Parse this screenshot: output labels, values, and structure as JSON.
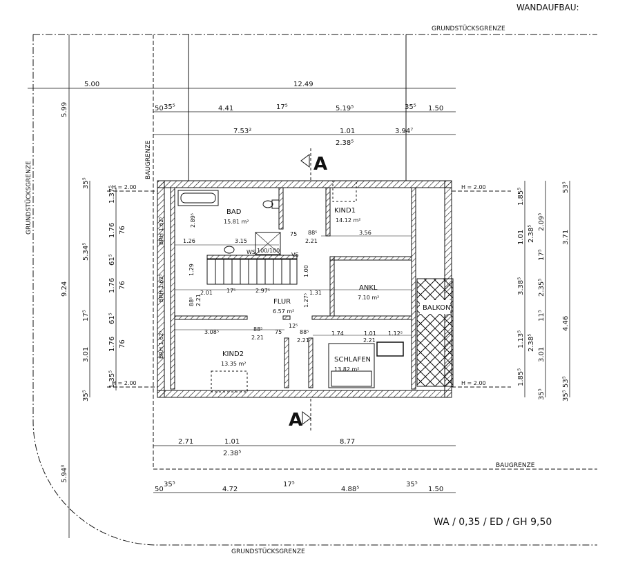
{
  "header": {
    "wall_build": "WANDAUFBAU:"
  },
  "boundaries": {
    "plot_top": "GRUNDSTÜCKSGRENZE",
    "plot_left": "GRUNDSTÜCKSGRENZE",
    "plot_bottom": "GRUNDSTÜCKSGRENZE",
    "build_left": "BAUGRENZE",
    "build_bottom": "BAUGRENZE"
  },
  "section_marks": {
    "top": "A",
    "bottom": "A"
  },
  "rooms": [
    {
      "name": "BAD",
      "area": "15.81 m²"
    },
    {
      "name": "KIND1",
      "area": "14.12 m²"
    },
    {
      "name": "ANKL",
      "area": "7.10 m²"
    },
    {
      "name": "FLUR",
      "area": "6.57 m²"
    },
    {
      "name": "KIND2",
      "area": "13.35 m²"
    },
    {
      "name": "SCHLAFEN",
      "area": "13.82 m²"
    },
    {
      "name": "BALKON",
      "area": ""
    }
  ],
  "fixtures": {
    "shower": "100/100",
    "ws": "WS",
    "vs": "VS"
  },
  "heights": {
    "h_left_top": "H = 2.00",
    "h_left_bottom": "H = 2.00",
    "h_right_top": "H = 2.00",
    "h_right_bottom": "H = 2.00"
  },
  "brh": [
    "BRH 1.62⁵",
    "BRH 1.62⁵",
    "BRH 1.62⁵"
  ],
  "dims_top": {
    "row1": [
      "5.00",
      "12.49"
    ],
    "row2": [
      "50",
      "35⁵",
      "4.41",
      "17⁵",
      "5.19⁵",
      "35⁵",
      "1.50"
    ],
    "row3": [
      "7.53²",
      "1.01",
      "2.38⁵",
      "3.94⁷"
    ],
    "left_vertical": "5.99"
  },
  "dims_bottom": {
    "row1": [
      "2.71",
      "1.01",
      "2.38⁵",
      "8.77"
    ],
    "row2": [
      "50",
      "35⁵",
      "4.72",
      "17⁵",
      "4.88⁵",
      "35⁵",
      "1.50"
    ],
    "left_vertical": "5.94³"
  },
  "dims_left": {
    "outer": "9.24",
    "chain_a": [
      "35⁵",
      "1.37⁵",
      "5.34⁵",
      "17⁵",
      "3.01",
      "1.35⁵",
      "35⁵"
    ],
    "chain_b": [
      "1.76",
      "76",
      "61⁵",
      "1.76",
      "76",
      "61⁵",
      "1.76",
      "76"
    ]
  },
  "dims_right": {
    "chain_a": [
      "1.85⁵",
      "1.01",
      "2.38⁵",
      "17⁵",
      "3.38⁵",
      "11⁵",
      "1.13⁵",
      "2.38⁵",
      "1.85⁵",
      "35⁵"
    ],
    "chain_b": [
      "2.09⁵",
      "2.35⁵",
      "3.01"
    ],
    "chain_c": [
      "53⁵",
      "3.71",
      "4.46",
      "53⁵",
      "35⁵"
    ]
  },
  "dims_inner": [
    "2.89⁵",
    "1.26",
    "3.15",
    "75",
    "88⁵",
    "2.21",
    "3.56",
    "1.29",
    "1.00",
    "2.01",
    "17⁵",
    "2.97⁵",
    "1.31",
    "88⁵",
    "2.21",
    "1.27⁵",
    "3.08⁵",
    "88⁵",
    "2.21",
    "75",
    "88⁵",
    "2.21",
    "1.74",
    "1.01",
    "2.21",
    "1.12⁵",
    "12⁵"
  ],
  "footer": {
    "spec": "WA / 0,35 / ED / GH 9,50"
  }
}
